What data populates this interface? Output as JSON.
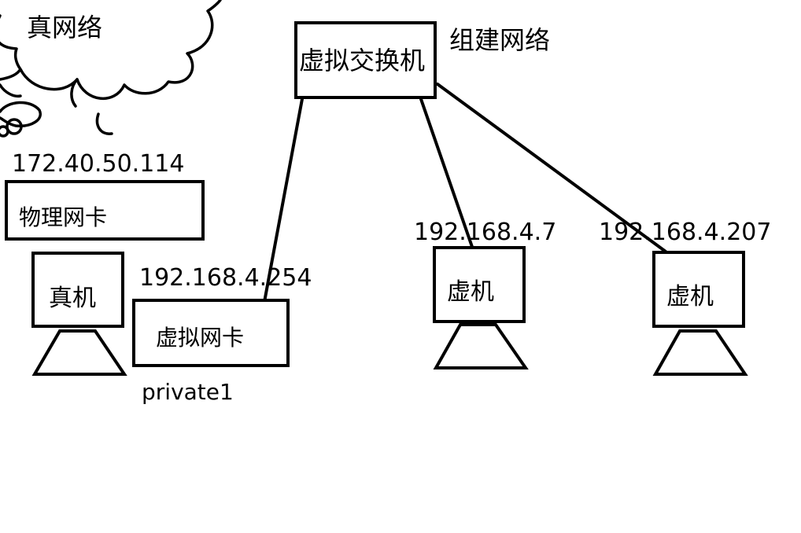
{
  "cloud": {
    "label": "真网络"
  },
  "switch": {
    "label": "虚拟交换机",
    "note": "组建网络"
  },
  "physical_nic": {
    "ip": "172.40.50.114",
    "label": "物理网卡"
  },
  "host": {
    "label": "真机"
  },
  "virtual_nic": {
    "ip": "192.168.4.254",
    "label": "虚拟网卡",
    "network": "private1"
  },
  "vm1": {
    "ip": "192.168.4.7",
    "label": "虚机"
  },
  "vm2": {
    "ip": "192.168.4.207",
    "label": "虚机"
  }
}
